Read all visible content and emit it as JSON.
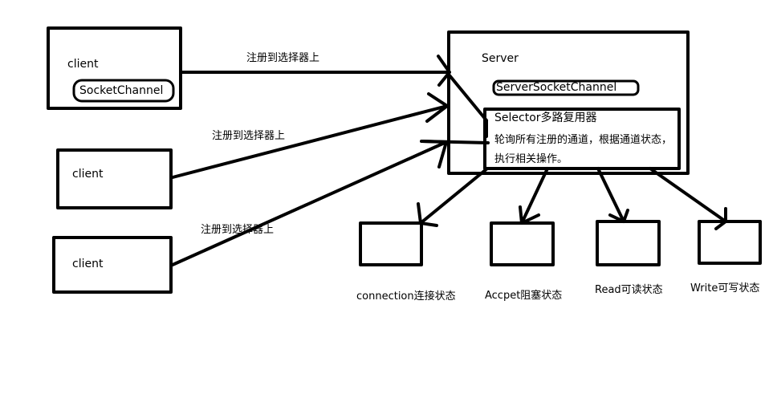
{
  "colors": {
    "stroke": "#000000",
    "background": "#ffffff"
  },
  "clients": [
    {
      "label": "client",
      "channel": "SocketChannel"
    },
    {
      "label": "client"
    },
    {
      "label": "client"
    }
  ],
  "edges": [
    {
      "label": "注册到选择器上"
    },
    {
      "label": "注册到选择器上"
    },
    {
      "label": "注册到选择器上"
    }
  ],
  "server": {
    "label": "Server",
    "channel": "ServerSocketChannel",
    "selector": {
      "title": "Selector多路复用器",
      "description": "轮询所有注册的通道，根据通道状态，执行相关操作。"
    }
  },
  "states": [
    {
      "label": "connection连接状态"
    },
    {
      "label": "Accpet阻塞状态"
    },
    {
      "label": "Read可读状态"
    },
    {
      "label": "Write可写状态"
    }
  ]
}
